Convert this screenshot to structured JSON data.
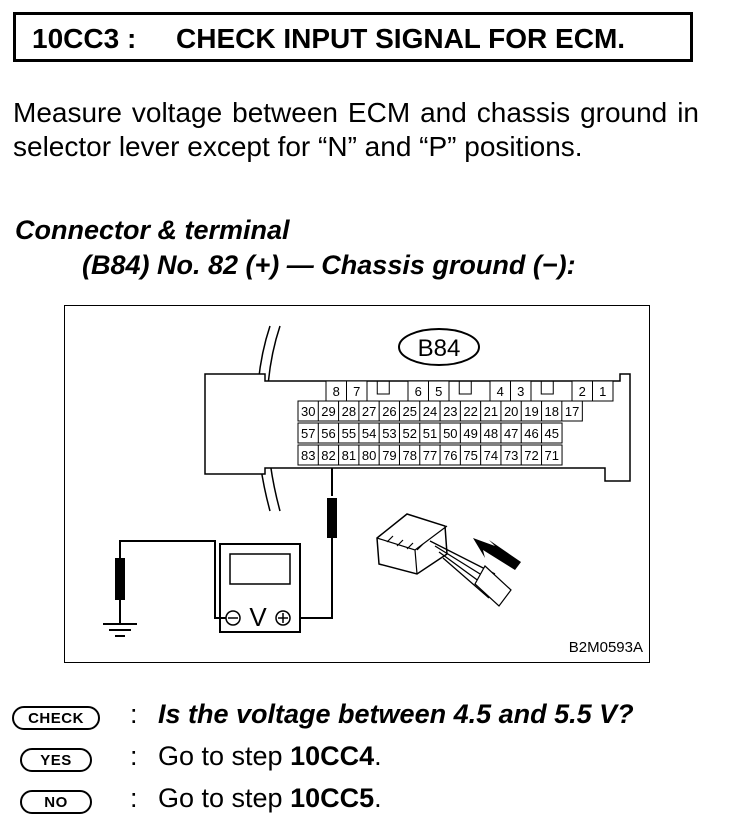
{
  "header": {
    "step_id": "10CC3 :",
    "title": "CHECK INPUT SIGNAL FOR ECM."
  },
  "instruction": "Measure voltage between ECM and chassis ground in selector lever except for “N” and “P” positions.",
  "connector": {
    "label": "Connector & terminal",
    "spec": "(B84) No. 82 (+) — Chassis ground (−):",
    "connector_id": "B84",
    "row1_terminals": [
      "8",
      "7",
      "6",
      "5",
      "4",
      "3",
      "2",
      "1"
    ],
    "row2_terminals": [
      "30",
      "29",
      "28",
      "27",
      "26",
      "25",
      "24",
      "23",
      "22",
      "21",
      "20",
      "19",
      "18",
      "17"
    ],
    "row3_terminals": [
      "57",
      "56",
      "55",
      "54",
      "53",
      "52",
      "51",
      "50",
      "49",
      "48",
      "47",
      "46",
      "45"
    ],
    "row4_terminals": [
      "83",
      "82",
      "81",
      "80",
      "79",
      "78",
      "77",
      "76",
      "75",
      "74",
      "73",
      "72",
      "71"
    ],
    "meter_symbol": "V",
    "figure_code": "B2M0593A"
  },
  "check": {
    "badge": "CHECK",
    "question": "Is the voltage between 4.5 and 5.5 V?"
  },
  "yes": {
    "badge": "YES",
    "prefix": "Go to step ",
    "target": "10CC4",
    "suffix": "."
  },
  "no": {
    "badge": "NO",
    "prefix": "Go to step ",
    "target": "10CC5",
    "suffix": "."
  }
}
